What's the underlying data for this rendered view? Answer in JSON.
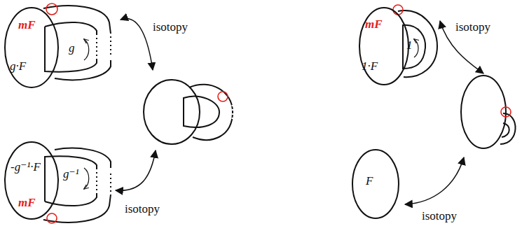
{
  "diagram": {
    "nodes": [
      {
        "text": [
          "g·F"
        ]
      },
      {
        "text": [
          "-g⁻¹·F"
        ]
      },
      {
        "text": [
          "1·F"
        ]
      },
      {
        "text": [
          "F"
        ]
      }
    ],
    "labels": [
      "mF",
      "g",
      "isotopy",
      "mF",
      "g⁻¹",
      "isotopy",
      "mF",
      "1",
      "isotopy",
      "isotopy"
    ]
  }
}
